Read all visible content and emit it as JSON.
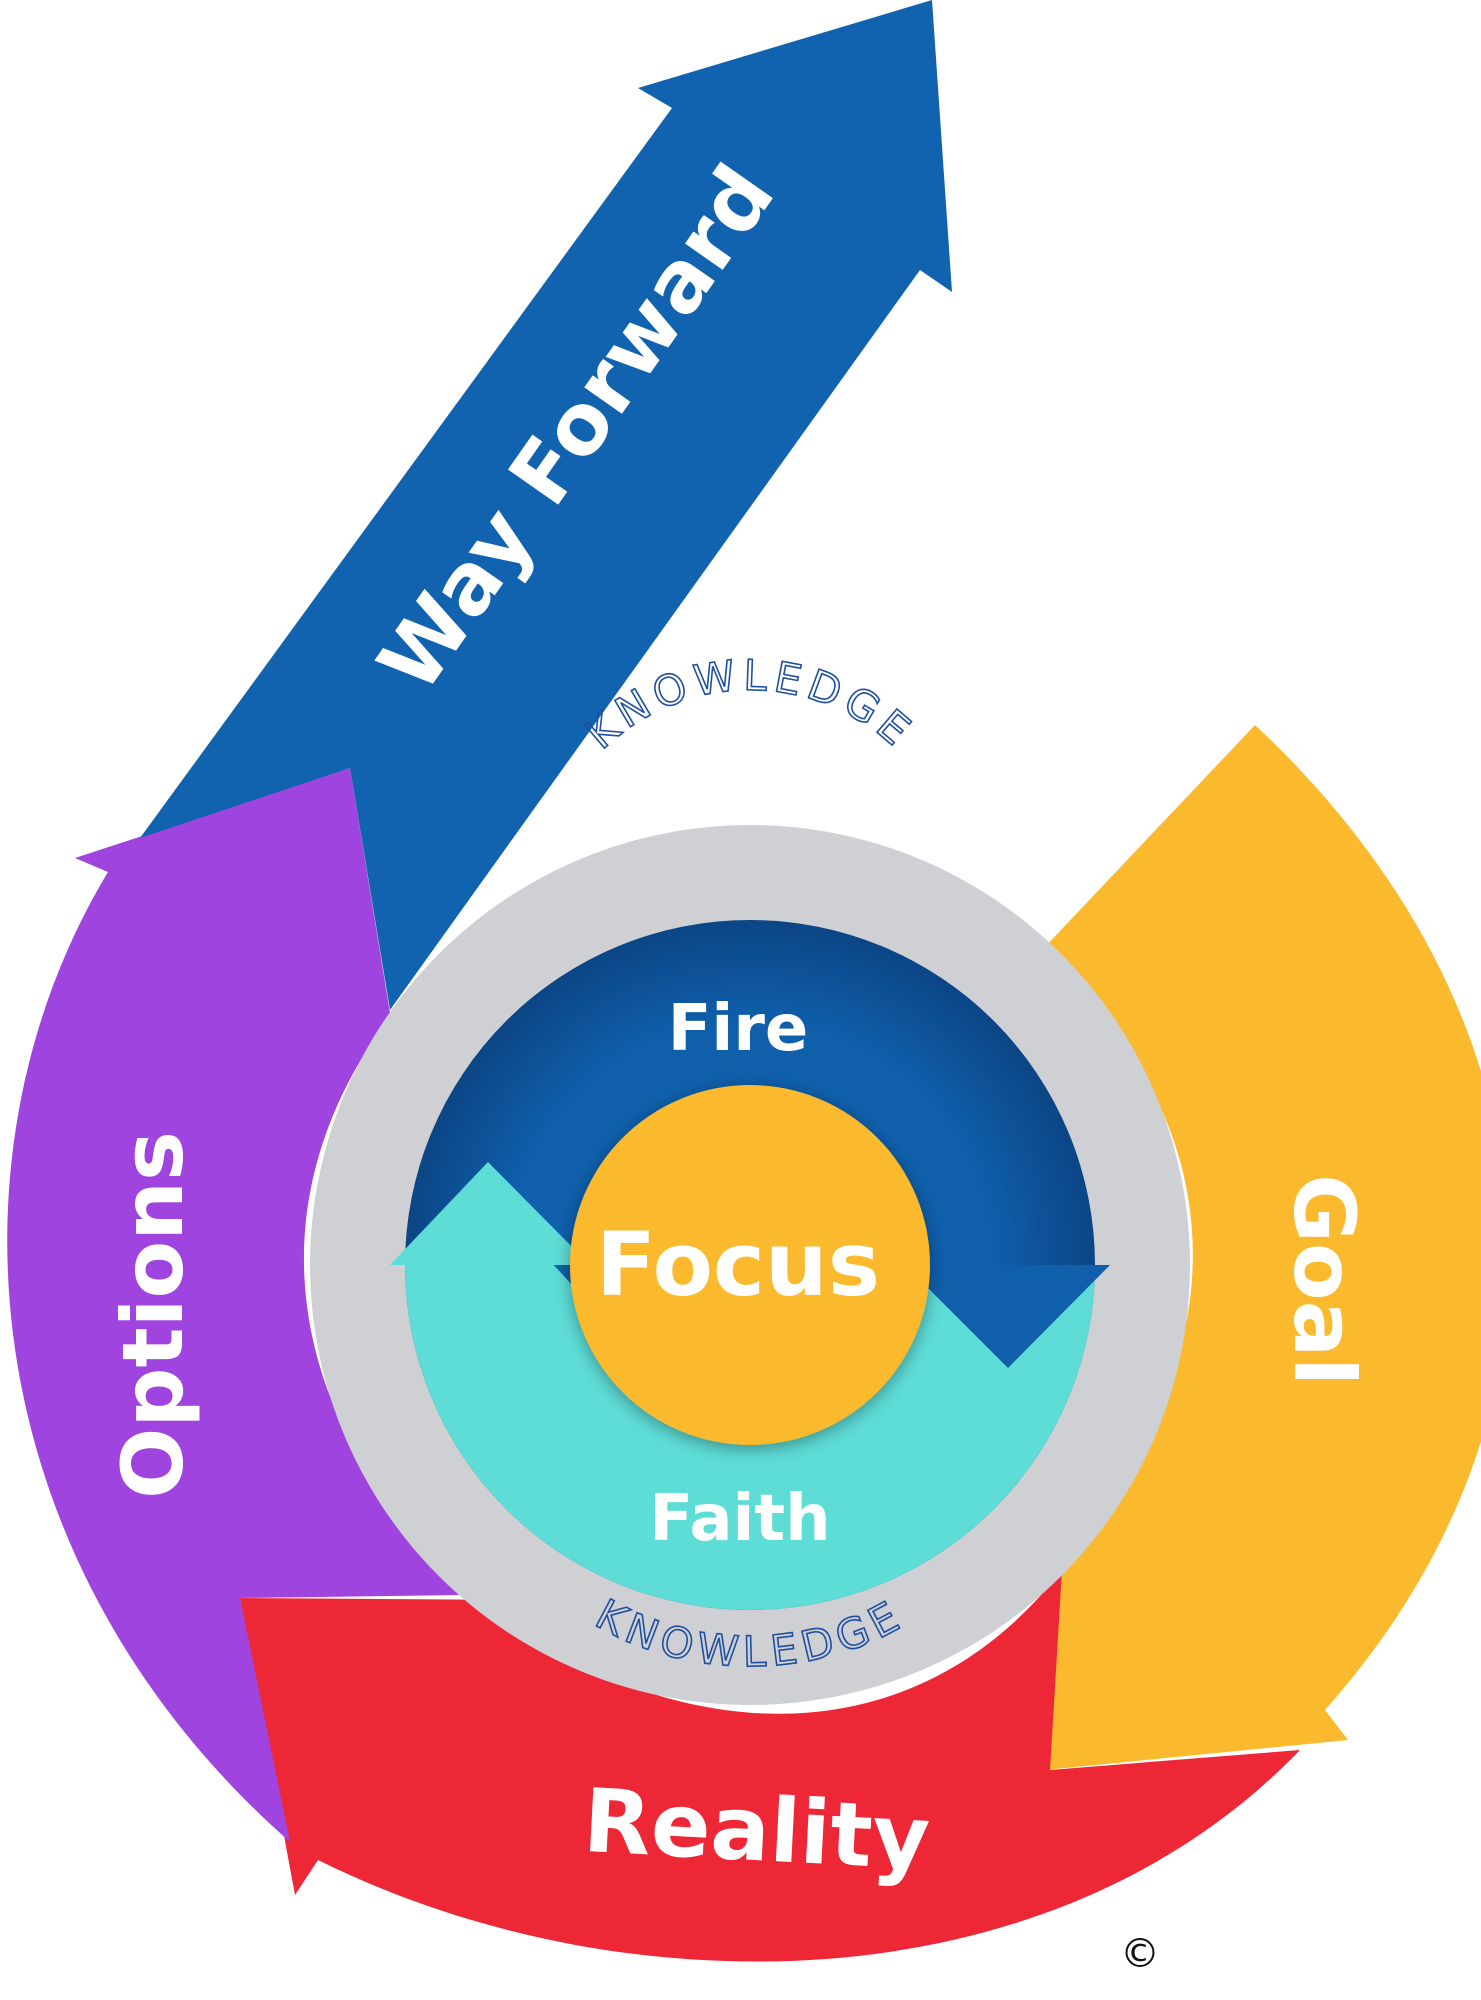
{
  "segments": {
    "way_forward": {
      "label": "Way Forward",
      "color": "#1163b0"
    },
    "goal": {
      "label": "Goal",
      "color": "#fbb92e"
    },
    "reality": {
      "label": "Reality",
      "color": "#ee2737"
    },
    "options": {
      "label": "Options",
      "color": "#a044e0"
    }
  },
  "knowledge_ring": {
    "top_label": "KNOWLEDGE",
    "bottom_label": "KNOWLEDGE",
    "color": "#cfd0d4"
  },
  "fire": {
    "label": "Fire",
    "color": "#0f5fab"
  },
  "faith": {
    "label": "Faith",
    "color": "#5edcd6"
  },
  "focus": {
    "label": "Focus",
    "color": "#fbb92e"
  },
  "copyright": "©"
}
